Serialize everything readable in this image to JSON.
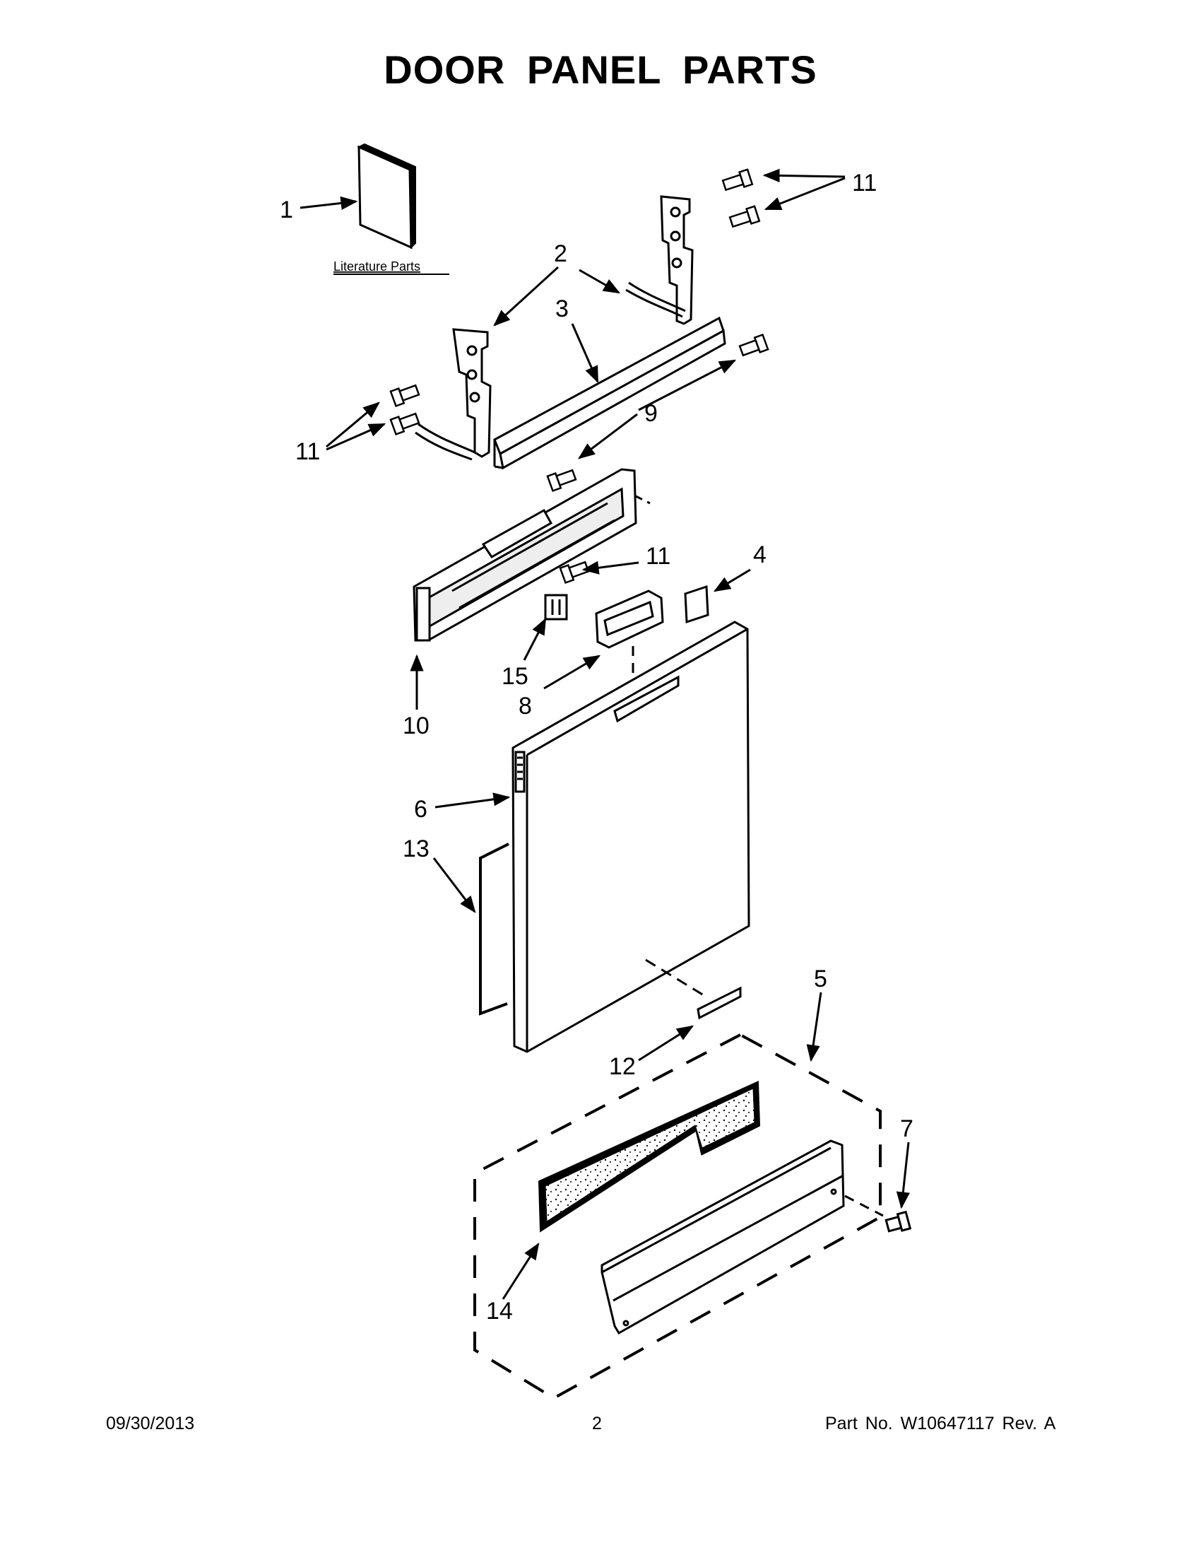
{
  "title": "DOOR PANEL PARTS",
  "literature_label": "Literature Parts",
  "callouts": [
    "1",
    "2",
    "3",
    "4",
    "5",
    "6",
    "7",
    "8",
    "9",
    "10",
    "11",
    "12",
    "13",
    "14",
    "15"
  ],
  "footer": {
    "date": "09/30/2013",
    "page": "2",
    "part": "Part No.  W10647117  Rev.  A"
  }
}
